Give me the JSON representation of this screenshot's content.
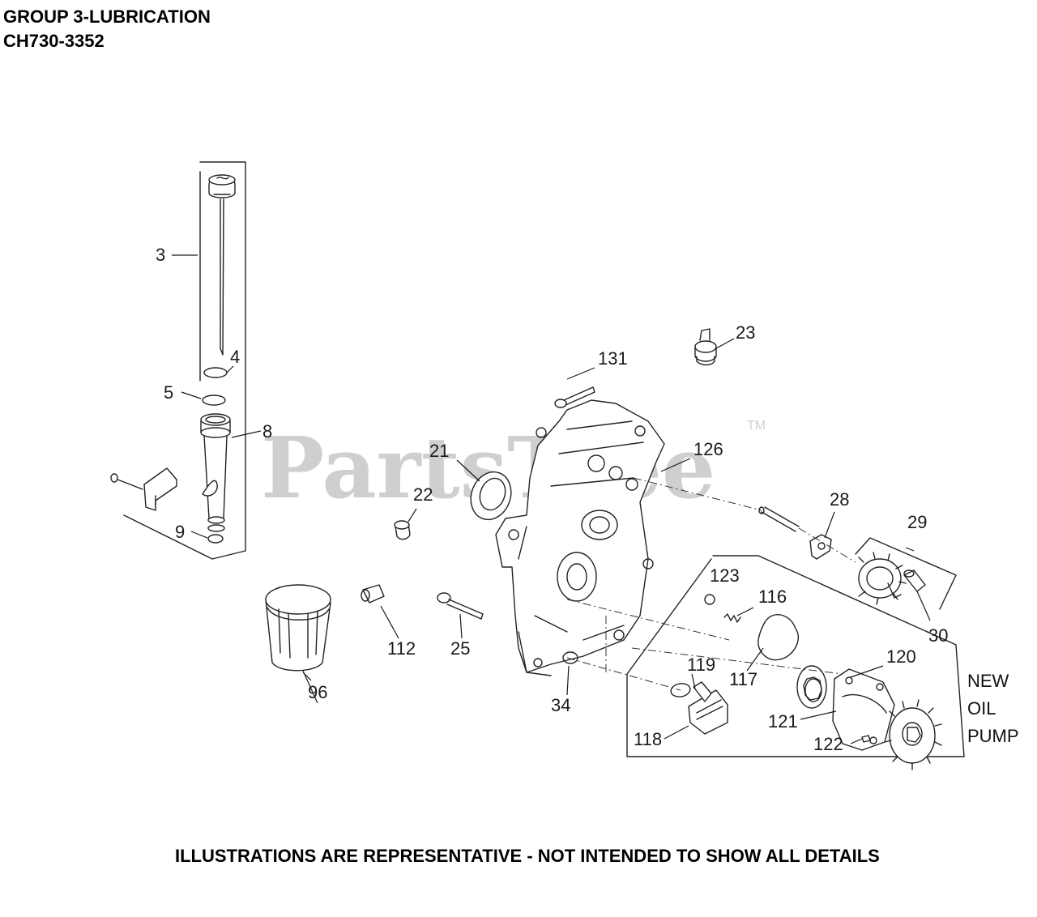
{
  "header": {
    "title": "GROUP 3-LUBRICATION",
    "model": "CH730-3352"
  },
  "watermark": {
    "brand": "PartsTree",
    "mark": "TM"
  },
  "callouts": [
    "3",
    "4",
    "5",
    "8",
    "9",
    "96",
    "112",
    "25",
    "22",
    "21",
    "131",
    "23",
    "126",
    "28",
    "29",
    "30",
    "123",
    "116",
    "117",
    "119",
    "118",
    "120",
    "121",
    "122",
    "34"
  ],
  "note": {
    "line1": "NEW",
    "line2": "OIL",
    "line3": "PUMP"
  },
  "footer": {
    "disclaimer": "ILLUSTRATIONS ARE REPRESENTATIVE - NOT INTENDED TO SHOW ALL DETAILS"
  }
}
